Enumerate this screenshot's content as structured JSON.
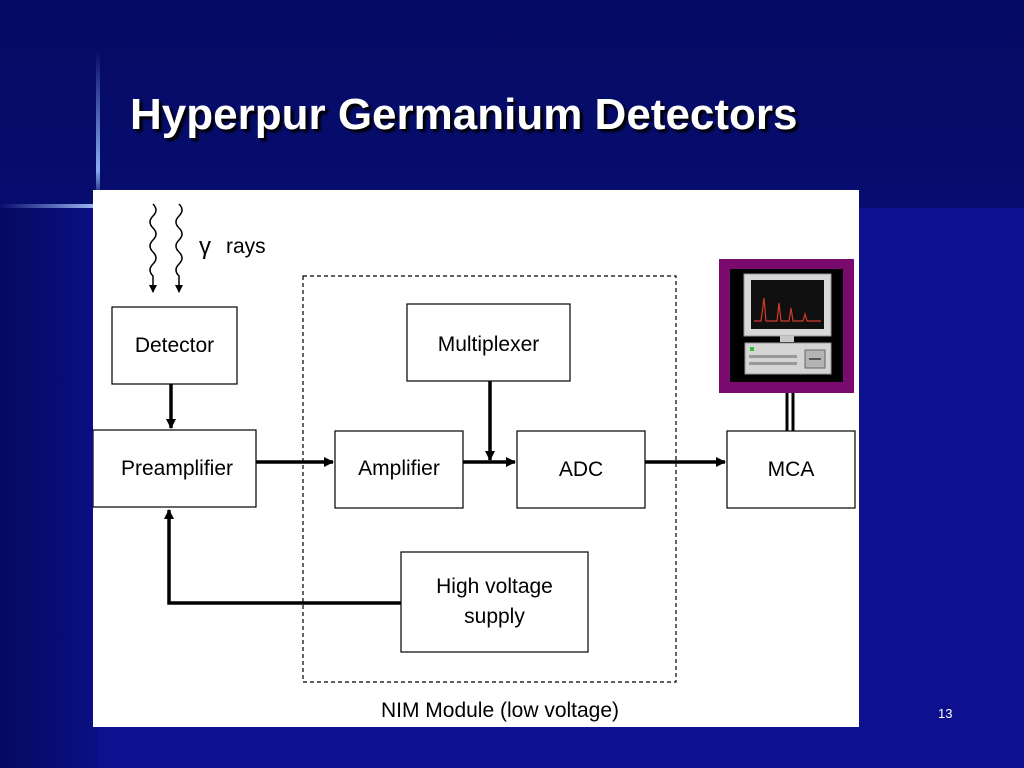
{
  "slide": {
    "title": "Hyperpur Germanium Detectors",
    "page_number": "13"
  },
  "diagram": {
    "gamma_symbol": "γ",
    "gamma_label": "rays",
    "blocks": {
      "detector": "Detector",
      "preamplifier": "Preamplifier",
      "multiplexer": "Multiplexer",
      "amplifier": "Amplifier",
      "adc": "ADC",
      "mca": "MCA",
      "hv_line1": "High voltage",
      "hv_line2": "supply"
    },
    "nim_label": "NIM Module (low voltage)",
    "computer_icon": "computer-monitor-icon",
    "colors": {
      "background": "#0d108f",
      "computer_frame": "#7a0a6e",
      "spectrum_trace": "#d23a2a"
    }
  }
}
